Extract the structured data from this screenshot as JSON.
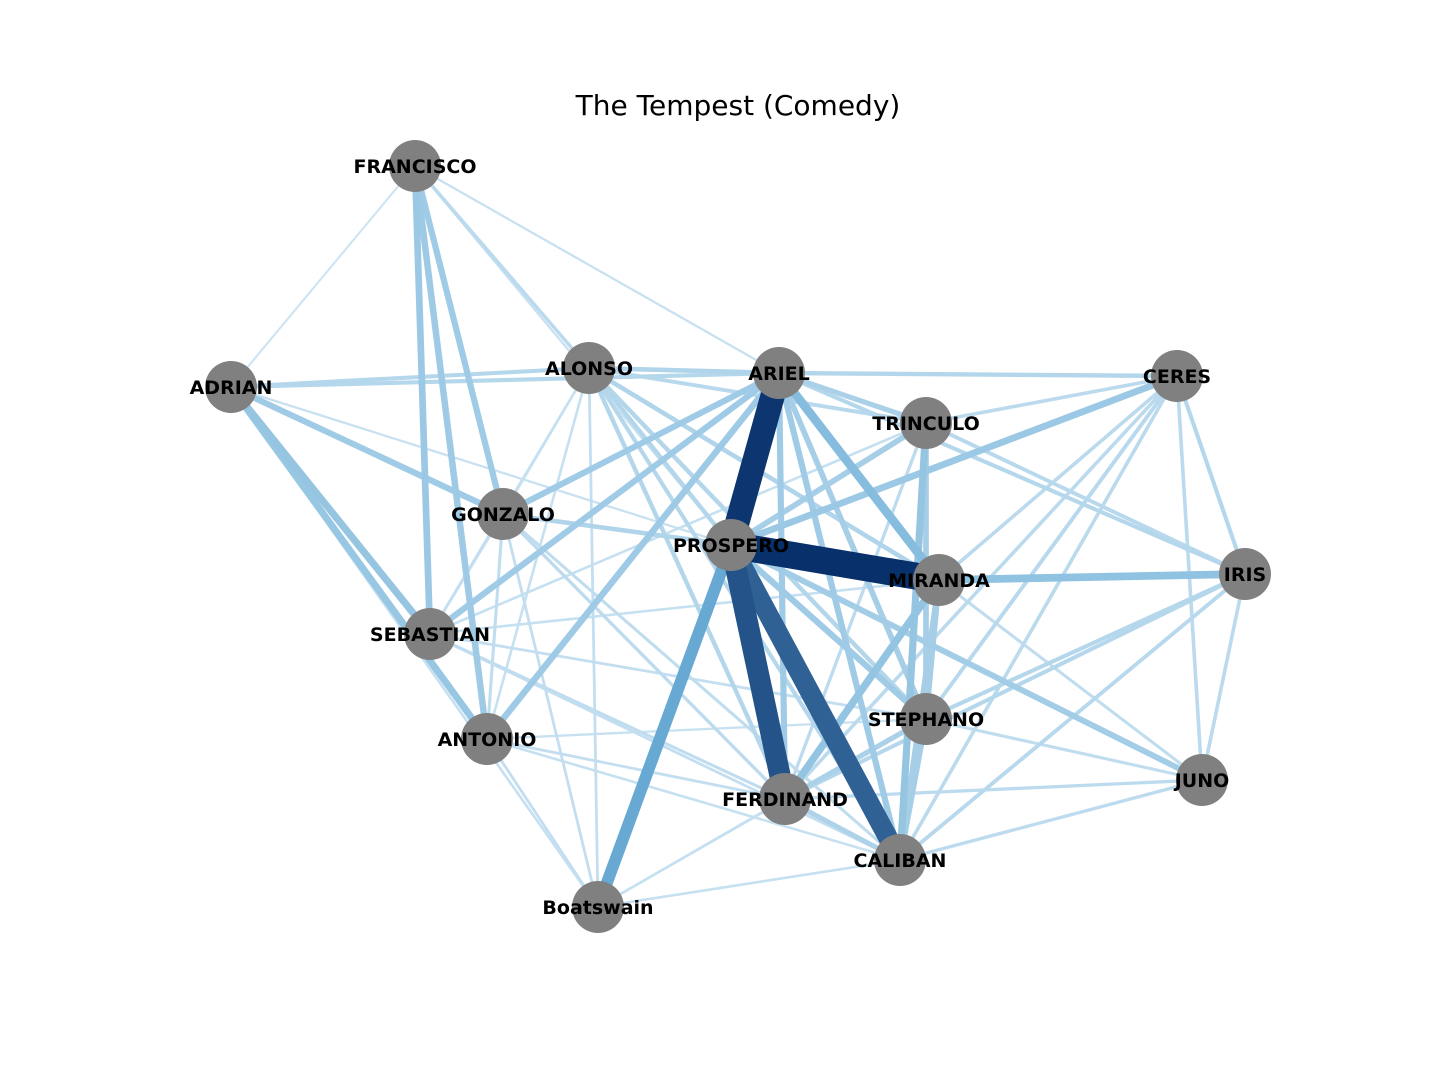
{
  "title": "The Tempest (Comedy)",
  "colors": {
    "node_fill": "#808080",
    "edge_scale_light": "#f7fbff",
    "edge_scale_dark": "#08306b",
    "label": "#000000"
  },
  "nodes": [
    {
      "id": "FRANCISCO",
      "label": "FRANCISCO"
    },
    {
      "id": "ADRIAN",
      "label": "ADRIAN"
    },
    {
      "id": "ALONSO",
      "label": "ALONSO"
    },
    {
      "id": "ARIEL",
      "label": "ARIEL"
    },
    {
      "id": "CERES",
      "label": "CERES"
    },
    {
      "id": "TRINCULO",
      "label": "TRINCULO"
    },
    {
      "id": "GONZALO",
      "label": "GONZALO"
    },
    {
      "id": "PROSPERO",
      "label": "PROSPERO"
    },
    {
      "id": "MIRANDA",
      "label": "MIRANDA"
    },
    {
      "id": "IRIS",
      "label": "IRIS"
    },
    {
      "id": "SEBASTIAN",
      "label": "SEBASTIAN"
    },
    {
      "id": "STEPHANO",
      "label": "STEPHANO"
    },
    {
      "id": "ANTONIO",
      "label": "ANTONIO"
    },
    {
      "id": "JUNO",
      "label": "JUNO"
    },
    {
      "id": "FERDINAND",
      "label": "FERDINAND"
    },
    {
      "id": "CALIBAN",
      "label": "CALIBAN"
    },
    {
      "id": "Boatswain",
      "label": "Boatswain"
    }
  ],
  "edges": [
    {
      "source": "PROSPERO",
      "target": "MIRANDA",
      "weight": 1.0
    },
    {
      "source": "PROSPERO",
      "target": "ARIEL",
      "weight": 0.9
    },
    {
      "source": "PROSPERO",
      "target": "FERDINAND",
      "weight": 0.78
    },
    {
      "source": "PROSPERO",
      "target": "CALIBAN",
      "weight": 0.72
    },
    {
      "source": "PROSPERO",
      "target": "Boatswain",
      "weight": 0.42
    },
    {
      "source": "ARIEL",
      "target": "MIRANDA",
      "weight": 0.3
    },
    {
      "source": "MIRANDA",
      "target": "IRIS",
      "weight": 0.26
    },
    {
      "source": "MIRANDA",
      "target": "FERDINAND",
      "weight": 0.25
    },
    {
      "source": "PROSPERO",
      "target": "CERES",
      "weight": 0.22
    },
    {
      "source": "TRINCULO",
      "target": "CALIBAN",
      "weight": 0.24
    },
    {
      "source": "ADRIAN",
      "target": "SEBASTIAN",
      "weight": 0.24
    },
    {
      "source": "ADRIAN",
      "target": "ANTONIO",
      "weight": 0.23
    },
    {
      "source": "FRANCISCO",
      "target": "SEBASTIAN",
      "weight": 0.22
    },
    {
      "source": "FRANCISCO",
      "target": "ANTONIO",
      "weight": 0.21
    },
    {
      "source": "FRANCISCO",
      "target": "GONZALO",
      "weight": 0.2
    },
    {
      "source": "ADRIAN",
      "target": "GONZALO",
      "weight": 0.2
    },
    {
      "source": "ARIEL",
      "target": "SEBASTIAN",
      "weight": 0.2
    },
    {
      "source": "ARIEL",
      "target": "ANTONIO",
      "weight": 0.21
    },
    {
      "source": "ARIEL",
      "target": "GONZALO",
      "weight": 0.2
    },
    {
      "source": "ARIEL",
      "target": "FERDINAND",
      "weight": 0.2
    },
    {
      "source": "ARIEL",
      "target": "CALIBAN",
      "weight": 0.2
    },
    {
      "source": "ARIEL",
      "target": "STEPHANO",
      "weight": 0.18
    },
    {
      "source": "ARIEL",
      "target": "TRINCULO",
      "weight": 0.16
    },
    {
      "source": "PROSPERO",
      "target": "STEPHANO",
      "weight": 0.2
    },
    {
      "source": "PROSPERO",
      "target": "JUNO",
      "weight": 0.19
    },
    {
      "source": "PROSPERO",
      "target": "TRINCULO",
      "weight": 0.18
    },
    {
      "source": "PROSPERO",
      "target": "GONZALO",
      "weight": 0.14
    },
    {
      "source": "MIRANDA",
      "target": "STEPHANO",
      "weight": 0.18
    },
    {
      "source": "MIRANDA",
      "target": "CALIBAN",
      "weight": 0.18
    },
    {
      "source": "STEPHANO",
      "target": "CALIBAN",
      "weight": 0.18
    },
    {
      "source": "TRINCULO",
      "target": "STEPHANO",
      "weight": 0.18
    },
    {
      "source": "STEPHANO",
      "target": "FERDINAND",
      "weight": 0.16
    },
    {
      "source": "FERDINAND",
      "target": "CALIBAN",
      "weight": 0.15
    },
    {
      "source": "ALONSO",
      "target": "ARIEL",
      "weight": 0.14
    },
    {
      "source": "ALONSO",
      "target": "MIRANDA",
      "weight": 0.14
    },
    {
      "source": "ALONSO",
      "target": "STEPHANO",
      "weight": 0.13
    },
    {
      "source": "ALONSO",
      "target": "FERDINAND",
      "weight": 0.13
    },
    {
      "source": "ALONSO",
      "target": "CALIBAN",
      "weight": 0.12
    },
    {
      "source": "ALONSO",
      "target": "PROSPERO",
      "weight": 0.13
    },
    {
      "source": "ALONSO",
      "target": "TRINCULO",
      "weight": 0.11
    },
    {
      "source": "ADRIAN",
      "target": "ALONSO",
      "weight": 0.12
    },
    {
      "source": "ADRIAN",
      "target": "ARIEL",
      "weight": 0.12
    },
    {
      "source": "ARIEL",
      "target": "CERES",
      "weight": 0.13
    },
    {
      "source": "ARIEL",
      "target": "IRIS",
      "weight": 0.12
    },
    {
      "source": "CERES",
      "target": "IRIS",
      "weight": 0.12
    },
    {
      "source": "CERES",
      "target": "STEPHANO",
      "weight": 0.11
    },
    {
      "source": "CERES",
      "target": "FERDINAND",
      "weight": 0.1
    },
    {
      "source": "CERES",
      "target": "CALIBAN",
      "weight": 0.1
    },
    {
      "source": "CERES",
      "target": "MIRANDA",
      "weight": 0.1
    },
    {
      "source": "CERES",
      "target": "JUNO",
      "weight": 0.1
    },
    {
      "source": "CERES",
      "target": "TRINCULO",
      "weight": 0.1
    },
    {
      "source": "IRIS",
      "target": "STEPHANO",
      "weight": 0.12
    },
    {
      "source": "IRIS",
      "target": "FERDINAND",
      "weight": 0.12
    },
    {
      "source": "IRIS",
      "target": "CALIBAN",
      "weight": 0.11
    },
    {
      "source": "IRIS",
      "target": "JUNO",
      "weight": 0.1
    },
    {
      "source": "IRIS",
      "target": "TRINCULO",
      "weight": 0.11
    },
    {
      "source": "JUNO",
      "target": "CALIBAN",
      "weight": 0.09
    },
    {
      "source": "JUNO",
      "target": "FERDINAND",
      "weight": 0.09
    },
    {
      "source": "JUNO",
      "target": "STEPHANO",
      "weight": 0.08
    },
    {
      "source": "JUNO",
      "target": "MIRANDA",
      "weight": 0.08
    },
    {
      "source": "TRINCULO",
      "target": "FERDINAND",
      "weight": 0.09
    },
    {
      "source": "GONZALO",
      "target": "FERDINAND",
      "weight": 0.09
    },
    {
      "source": "GONZALO",
      "target": "CALIBAN",
      "weight": 0.08
    },
    {
      "source": "GONZALO",
      "target": "ANTONIO",
      "weight": 0.08
    },
    {
      "source": "GONZALO",
      "target": "SEBASTIAN",
      "weight": 0.07
    },
    {
      "source": "GONZALO",
      "target": "Boatswain",
      "weight": 0.07
    },
    {
      "source": "SEBASTIAN",
      "target": "FERDINAND",
      "weight": 0.08
    },
    {
      "source": "SEBASTIAN",
      "target": "STEPHANO",
      "weight": 0.07
    },
    {
      "source": "SEBASTIAN",
      "target": "CALIBAN",
      "weight": 0.07
    },
    {
      "source": "ANTONIO",
      "target": "FERDINAND",
      "weight": 0.07
    },
    {
      "source": "ANTONIO",
      "target": "Boatswain",
      "weight": 0.07
    },
    {
      "source": "ANTONIO",
      "target": "CALIBAN",
      "weight": 0.06
    },
    {
      "source": "ALONSO",
      "target": "Boatswain",
      "weight": 0.07
    },
    {
      "source": "ALONSO",
      "target": "SEBASTIAN",
      "weight": 0.06
    },
    {
      "source": "ALONSO",
      "target": "ANTONIO",
      "weight": 0.06
    },
    {
      "source": "ALONSO",
      "target": "GONZALO",
      "weight": 0.05
    },
    {
      "source": "ADRIAN",
      "target": "Boatswain",
      "weight": 0.06
    },
    {
      "source": "ADRIAN",
      "target": "PROSPERO",
      "weight": 0.05
    },
    {
      "source": "FRANCISCO",
      "target": "ALONSO",
      "weight": 0.1
    },
    {
      "source": "FRANCISCO",
      "target": "ARIEL",
      "weight": 0.05
    },
    {
      "source": "FRANCISCO",
      "target": "PROSPERO",
      "weight": 0.05
    },
    {
      "source": "FRANCISCO",
      "target": "ADRIAN",
      "weight": 0.04
    },
    {
      "source": "Boatswain",
      "target": "CALIBAN",
      "weight": 0.06
    },
    {
      "source": "Boatswain",
      "target": "FERDINAND",
      "weight": 0.06
    },
    {
      "source": "Boatswain",
      "target": "STEPHANO",
      "weight": 0.05
    },
    {
      "source": "SEBASTIAN",
      "target": "TRINCULO",
      "weight": 0.06
    },
    {
      "source": "ANTONIO",
      "target": "STEPHANO",
      "weight": 0.05
    },
    {
      "source": "SEBASTIAN",
      "target": "MIRANDA",
      "weight": 0.06
    }
  ]
}
